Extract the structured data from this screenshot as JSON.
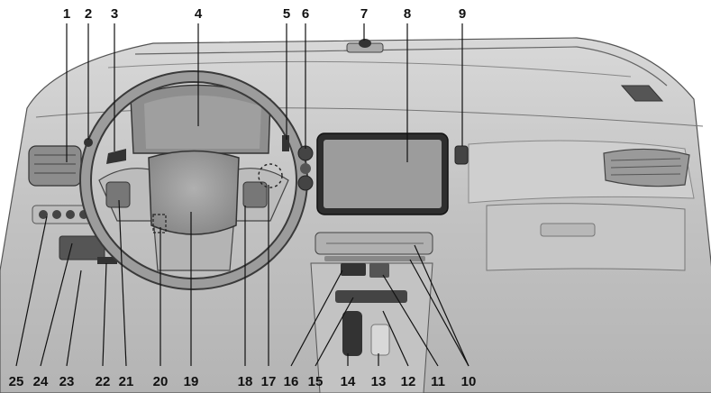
{
  "figure": {
    "top_callouts": [
      "1",
      "2",
      "3",
      "4",
      "5",
      "6",
      "7",
      "8",
      "9"
    ],
    "bottom_callouts": [
      "25",
      "24",
      "23",
      "22",
      "21",
      "20",
      "19",
      "18",
      "17",
      "16",
      "15",
      "14",
      "13",
      "12",
      "11",
      "10"
    ],
    "colors": {
      "line": "#3a3a3a",
      "dash": "#c8c8c8",
      "screen": "#9c9c9c",
      "dark": "#333333"
    }
  }
}
